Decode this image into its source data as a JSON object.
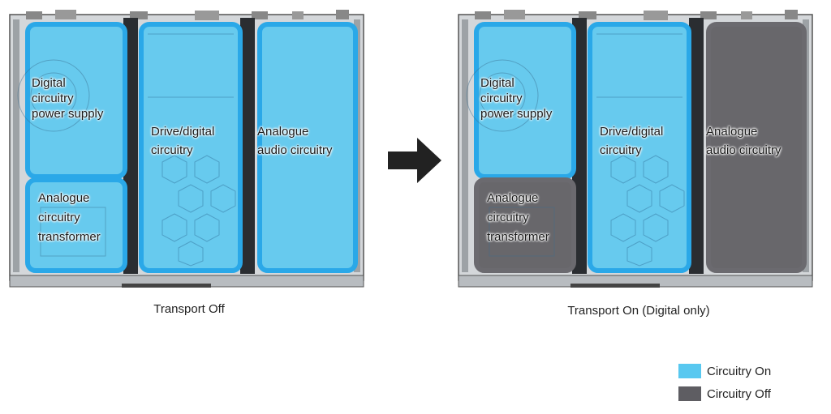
{
  "colors": {
    "on": "#58c8f0",
    "on_border": "#2aa8e8",
    "off": "#5e5d62",
    "off_border": "#6b6a6f",
    "chassis": "#c9cccf",
    "chassis_dark": "#2a2d31",
    "arrow": "#222222"
  },
  "diagram": {
    "panels": [
      {
        "caption": "Transport Off",
        "regions": {
          "digital_psu": {
            "label_lines": [
              "Digital",
              "circuitry",
              "power supply"
            ],
            "state": "on"
          },
          "analogue_transformer": {
            "label_lines": [
              "Analogue",
              "circuitry",
              "transformer"
            ],
            "state": "on"
          },
          "drive_digital": {
            "label_lines": [
              "Drive/digital",
              "circuitry"
            ],
            "state": "on"
          },
          "analogue_audio": {
            "label_lines": [
              "Analogue",
              "audio circuitry"
            ],
            "state": "on"
          }
        }
      },
      {
        "caption": "Transport On (Digital only)",
        "regions": {
          "digital_psu": {
            "label_lines": [
              "Digital",
              "circuitry",
              "power supply"
            ],
            "state": "on"
          },
          "analogue_transformer": {
            "label_lines": [
              "Analogue",
              "circuitry",
              "transformer"
            ],
            "state": "off"
          },
          "drive_digital": {
            "label_lines": [
              "Drive/digital",
              "circuitry"
            ],
            "state": "on"
          },
          "analogue_audio": {
            "label_lines": [
              "Analogue",
              "audio circuitry"
            ],
            "state": "off"
          }
        }
      }
    ]
  },
  "legend": {
    "items": [
      {
        "label": "Circuitry On",
        "state": "on"
      },
      {
        "label": "Circuitry Off",
        "state": "off"
      }
    ]
  }
}
